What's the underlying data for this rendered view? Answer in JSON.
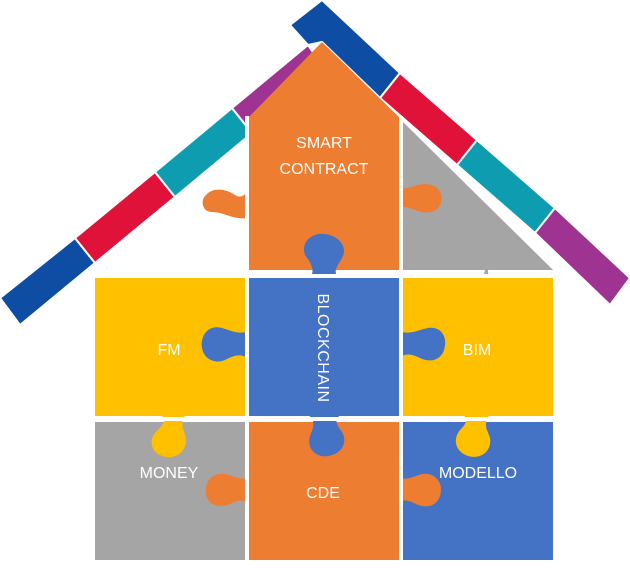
{
  "pieces": {
    "smart_contract": {
      "line1": "SMART",
      "line2": "CONTRACT",
      "color": "#ED7D31"
    },
    "blockchain": {
      "label": "BLOCKCHAIN",
      "color": "#4472C4"
    },
    "fm": {
      "label": "FM",
      "color": "#FFC000"
    },
    "bim": {
      "label": "BIM",
      "color": "#FFC000"
    },
    "money": {
      "label": "MONEY",
      "color": "#A5A5A5"
    },
    "cde": {
      "label": "CDE",
      "color": "#ED7D31"
    },
    "modello": {
      "label": "MODELLO",
      "color": "#4472C4"
    },
    "roof_right_piece": {
      "color": "#A5A5A5"
    }
  },
  "roof_colors": {
    "blue": "#0E4DA4",
    "red": "#E0123A",
    "teal": "#0E9DB0",
    "purple": "#9E3391"
  }
}
